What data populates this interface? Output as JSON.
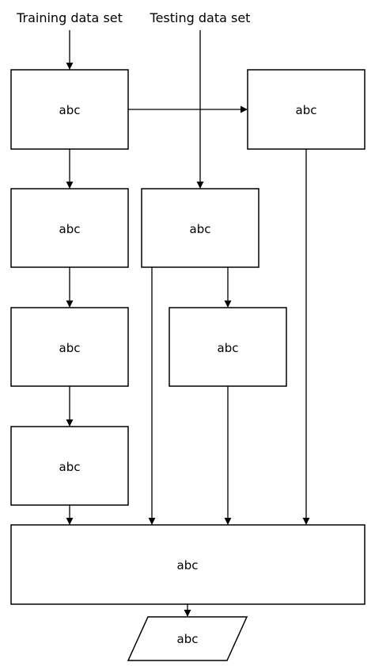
{
  "inputs": {
    "training": "Training data set",
    "testing": "Testing data set"
  },
  "boxes": {
    "train_1": "abc",
    "test_1": "abc",
    "train_2": "abc",
    "test_2": "abc",
    "train_3": "abc",
    "test_3": "abc",
    "train_4": "abc",
    "combine": "abc",
    "output": "abc"
  },
  "colors": {
    "stroke": "#000000",
    "fill": "#ffffff",
    "background": "#ffffff"
  }
}
